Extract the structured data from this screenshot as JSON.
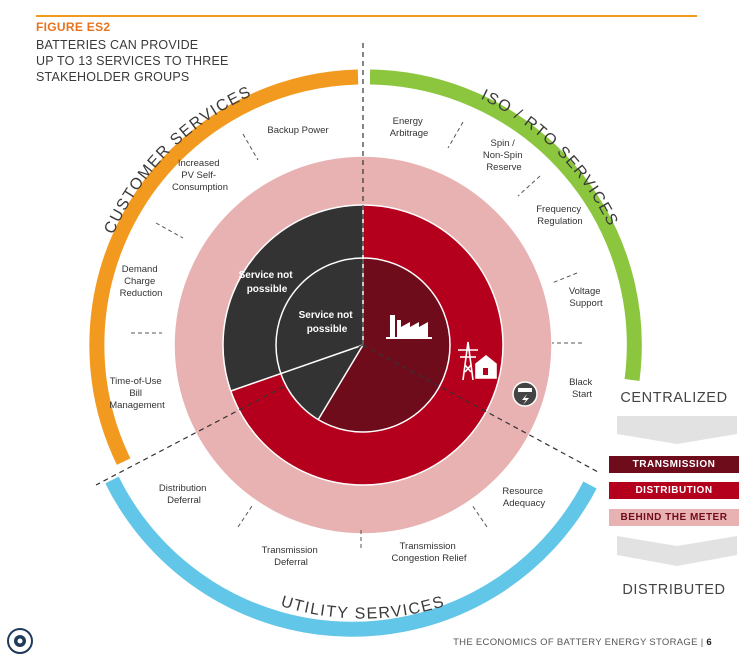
{
  "figure": {
    "label": "FIGURE ES2",
    "title_lines": [
      "BATTERIES CAN PROVIDE",
      "UP TO 13 SERVICES TO THREE",
      "STAKEHOLDER GROUPS"
    ]
  },
  "groups": {
    "customer": "CUSTOMER SERVICES",
    "iso_rto": "ISO / RTO SERVICES",
    "utility": "UTILITY SERVICES"
  },
  "services": {
    "backup_power": [
      "Backup Power"
    ],
    "energy_arbitrage": [
      "Energy",
      "Arbitrage"
    ],
    "spin_reserve": [
      "Spin /",
      "Non-Spin",
      "Reserve"
    ],
    "frequency_regulation": [
      "Frequency",
      "Regulation"
    ],
    "voltage_support": [
      "Voltage",
      "Support"
    ],
    "black_start": [
      "Black",
      "Start"
    ],
    "resource_adequacy": [
      "Resource",
      "Adequacy"
    ],
    "transmission_congestion_relief": [
      "Transmission",
      "Congestion Relief"
    ],
    "transmission_deferral": [
      "Transmission",
      "Deferral"
    ],
    "distribution_deferral": [
      "Distribution",
      "Deferral"
    ],
    "time_of_use": [
      "Time-of-Use",
      "Bill",
      "Management"
    ],
    "demand_charge_reduction": [
      "Demand",
      "Charge",
      "Reduction"
    ],
    "pv_self_consumption": [
      "Increased",
      "PV Self-",
      "Consumption"
    ]
  },
  "not_possible": {
    "outer": [
      "Service not",
      "possible"
    ],
    "inner": [
      "Service not",
      "possible"
    ]
  },
  "legend": {
    "centralized": "CENTRALIZED",
    "transmission": "TRANSMISSION",
    "distribution": "DISTRIBUTION",
    "behind_meter": "BEHIND THE METER",
    "distributed": "DISTRIBUTED"
  },
  "colors": {
    "customer": "#f29a1f",
    "iso_rto": "#8cc63f",
    "utility": "#62c6e8",
    "transmission": "#6e0c1c",
    "distribution": "#b5001d",
    "behind_meter": "#e8b2b2",
    "not_possible": "#333333",
    "legend_arrow": "#e2e2e2"
  },
  "footer": {
    "text": "THE ECONOMICS OF BATTERY ENERGY STORAGE",
    "page": "6"
  }
}
